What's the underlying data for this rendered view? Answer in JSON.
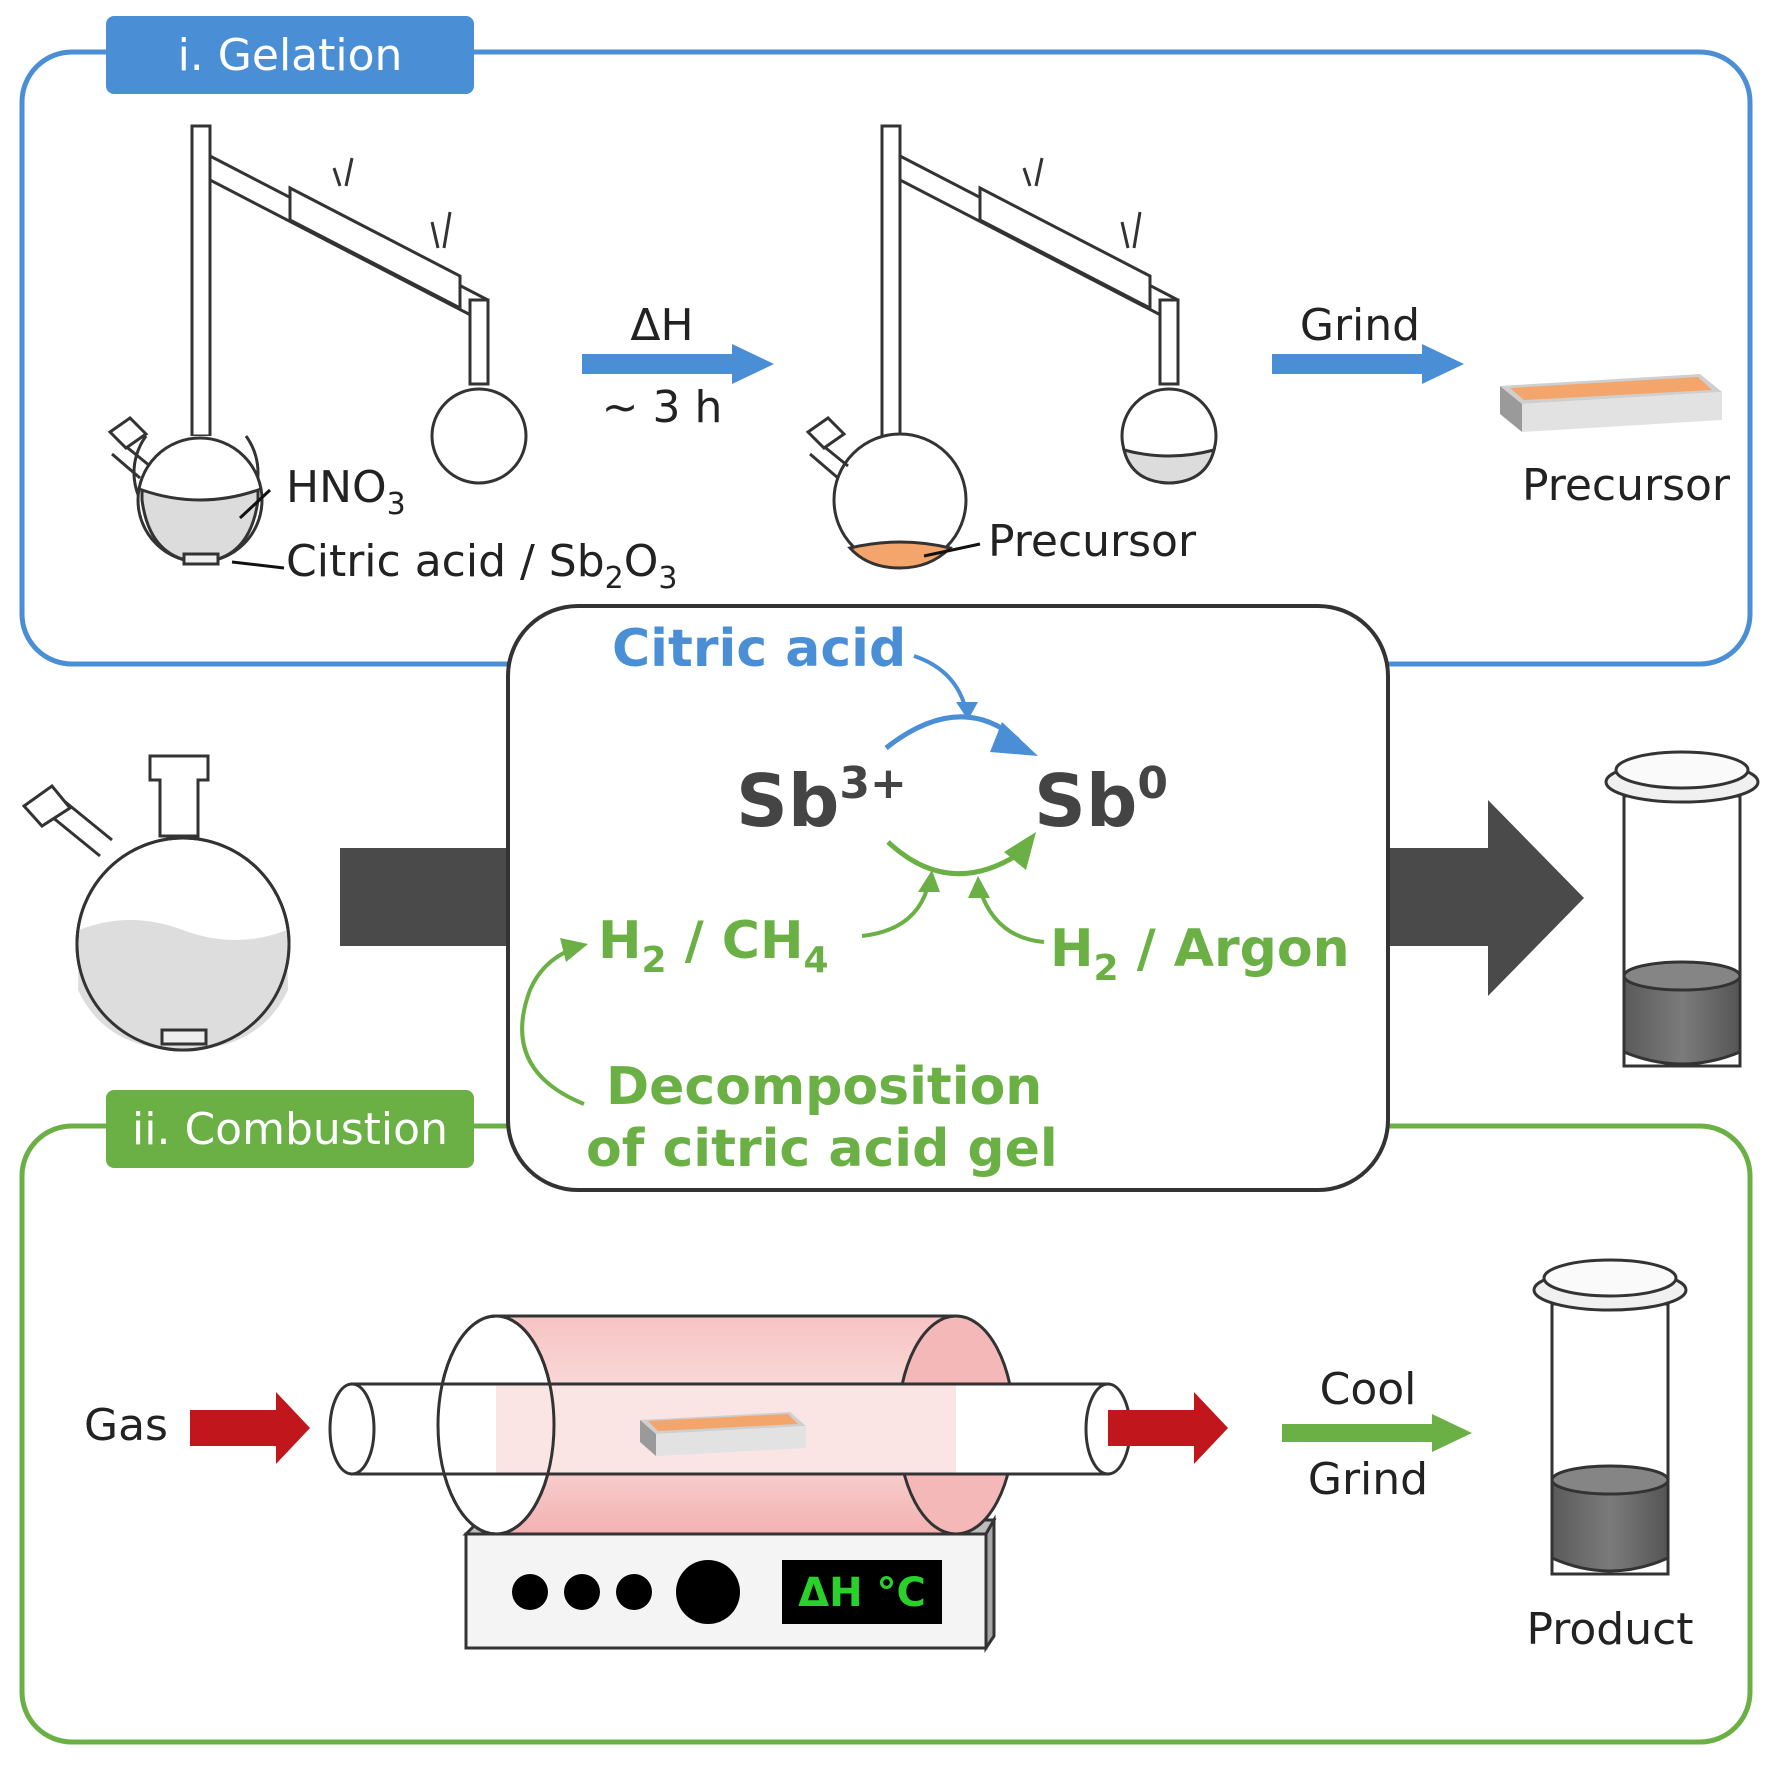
{
  "colors": {
    "gelation_blue": "#4a8fd6",
    "combustion_green": "#6ab045",
    "dark_arrow": "#4a4a4a",
    "gas_red": "#c0161c",
    "display_green": "#2bd12b",
    "precursor_orange": "#f3a56b",
    "product_dark": "#6a6a6a"
  },
  "gelation": {
    "title": "i. Gelation",
    "step1_top": "ΔH",
    "step1_bottom": "~ 3 h",
    "flask1_label1": "HNO",
    "flask1_label1_sub": "3",
    "flask1_label2": "Citric acid / Sb",
    "flask1_label2_sub1": "2",
    "flask1_label2_mid": "O",
    "flask1_label2_sub2": "3",
    "flask2_label": "Precursor",
    "step2_label": "Grind",
    "product_label": "Precursor"
  },
  "mechanism": {
    "citric_acid": "Citric acid",
    "sb3_base": "Sb",
    "sb3_sup": "3+",
    "sb0_base": "Sb",
    "sb0_sup": "0",
    "h2ch4_h": "H",
    "h2ch4_sub1": "2",
    "h2ch4_mid": " / CH",
    "h2ch4_sub2": "4",
    "h2ar_h": "H",
    "h2ar_sub": "2",
    "h2ar_rest": " / Argon",
    "decomp_line1": "Decomposition",
    "decomp_line2": "of citric acid gel"
  },
  "combustion": {
    "title": "ii. Combustion",
    "gas_label": "Gas",
    "cool_label": "Cool",
    "grind_label": "Grind",
    "product_label": "Product",
    "display_text": "ΔH °C"
  }
}
